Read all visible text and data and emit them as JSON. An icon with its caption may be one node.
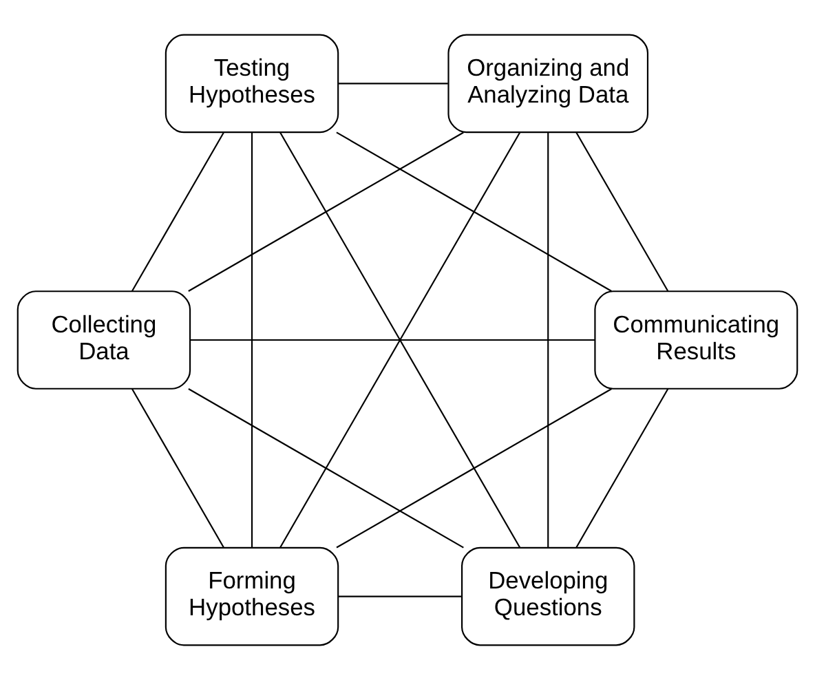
{
  "diagram": {
    "nodes": [
      {
        "text": [
          "Developing Questions"
        ]
      },
      {
        "text": [
          "Communicating Results"
        ]
      },
      {
        "text": [
          "Collecting Data"
        ]
      },
      {
        "text": [
          "Testing Hypotheses"
        ]
      },
      {
        "text": [
          "Organizing and Analyzing Data"
        ]
      },
      {
        "text": [
          "Forming Hypotheses"
        ]
      }
    ],
    "edges": [
      {
        "from": 0,
        "to": 2,
        "arrow": "none"
      },
      {
        "from": 2,
        "to": 4,
        "arrow": "none"
      },
      {
        "from": 4,
        "to": 5,
        "arrow": "none"
      },
      {
        "from": 5,
        "to": 3,
        "arrow": "none"
      },
      {
        "from": 3,
        "to": 1,
        "arrow": "none"
      },
      {
        "from": 1,
        "to": 0,
        "arrow": "none"
      },
      {
        "from": 0,
        "to": 4,
        "arrow": "none"
      },
      {
        "from": 0,
        "to": 5,
        "arrow": "none"
      },
      {
        "from": 0,
        "to": 3,
        "arrow": "none"
      },
      {
        "from": 1,
        "to": 2,
        "arrow": "none"
      },
      {
        "from": 1,
        "to": 4,
        "arrow": "none"
      },
      {
        "from": 1,
        "to": 5,
        "arrow": "none"
      },
      {
        "from": 2,
        "to": 3,
        "arrow": "none"
      },
      {
        "from": 2,
        "to": 5,
        "arrow": "none"
      },
      {
        "from": 3,
        "to": 4,
        "arrow": "none"
      }
    ]
  }
}
